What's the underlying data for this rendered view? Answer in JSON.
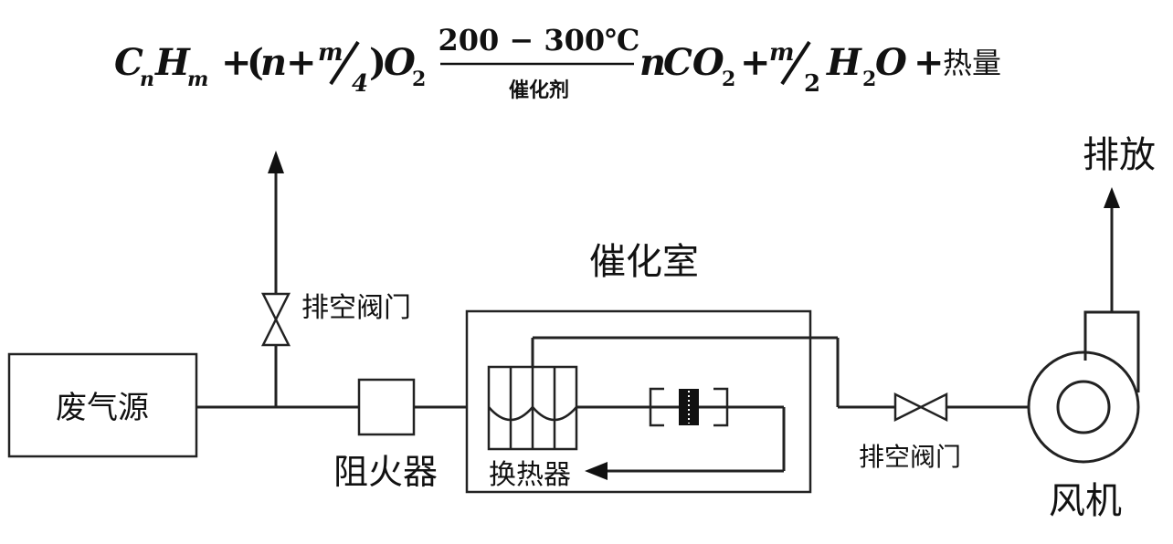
{
  "equation": {
    "reactant_c": "C",
    "reactant_c_sub": "n",
    "reactant_h": "H",
    "reactant_h_sub": "m",
    "plus1": "+",
    "open_paren": "(",
    "coef_n": "n",
    "plus2": "+",
    "frac1_num": "m",
    "frac1_den": "4",
    "close_paren": ")",
    "o2": "O",
    "o2_sub": "2",
    "condition_top": "200 − 300℃",
    "condition_bottom": "催化剂",
    "product_n": "n",
    "co2": "CO",
    "co2_sub": "2",
    "plus3": "+",
    "frac2_num": "m",
    "frac2_den": "2",
    "h2o_h": "H",
    "h2o_sub": "2",
    "h2o_o": "O",
    "plus4": "+",
    "heat": "热量"
  },
  "labels": {
    "waste_gas_source": "废气源",
    "vent_valve_top": "排空阀门",
    "flame_arrester": "阻火器",
    "catalytic_chamber": "催化室",
    "heat_exchanger": "换热器",
    "vent_valve_right": "排空阀门",
    "fan": "风机",
    "discharge": "排放"
  }
}
